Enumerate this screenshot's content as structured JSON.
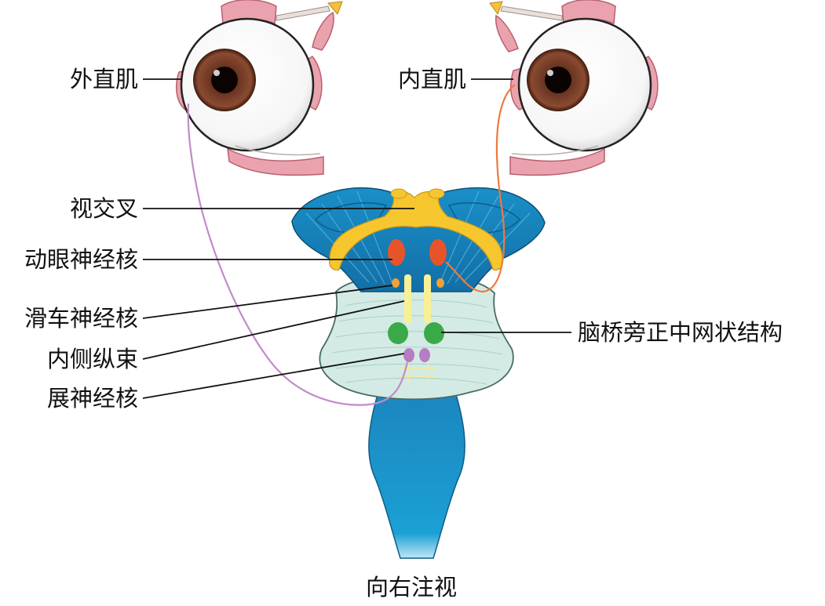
{
  "labels": {
    "lateral_rectus": "外直肌",
    "medial_rectus": "内直肌",
    "optic_chiasm": "视交叉",
    "oculomotor_nucleus": "动眼神经核",
    "trochlear_nucleus": "滑车神经核",
    "mlf": "内侧纵束",
    "abducens_nucleus": "展神经核",
    "pprf": "脑桥旁正中网状结构",
    "caption": "向右注视"
  },
  "colors": {
    "oculomotor": "#e8542a",
    "trochlear": "#f0a13a",
    "mlf": "#f7ee8e",
    "pprf": "#3aaa48",
    "abducens": "#b67cc4",
    "chiasm": "#f7c72e",
    "brain_blue": "#1d95c7",
    "pons": "#d5ece5",
    "nerve_left": "#c18bc9",
    "nerve_right": "#ee7a3a",
    "muscle": "#e9a4b0",
    "iris": "#5a2e1c"
  }
}
